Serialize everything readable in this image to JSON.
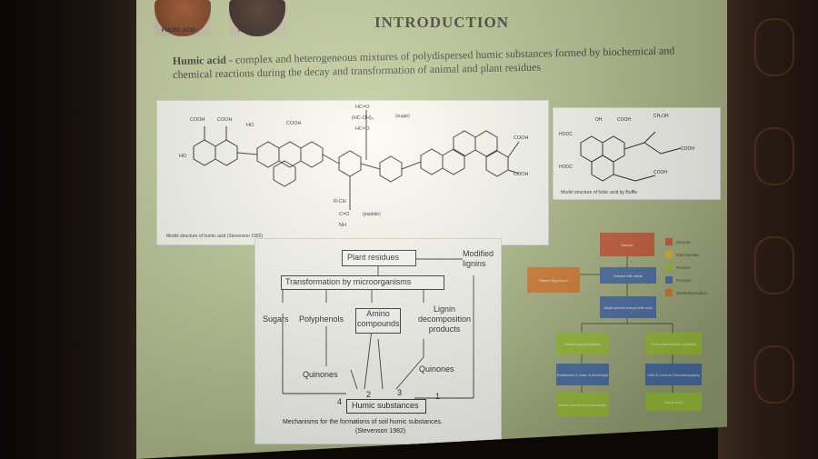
{
  "slide": {
    "title": "INTRODUCTION",
    "intro_term": "Humic acid",
    "intro_text": " - complex and heterogeneous mixtures of polydispersed humic substances formed by biochemical and chemical reactions during the decay and transformation of animal and plant residues"
  },
  "photos": {
    "fulvic_label": "FULVIC ACID",
    "humic_label": "HUMIC ACID"
  },
  "humic_structure": {
    "caption": "Model structure of humic acid (Stevenson 1982)",
    "sugar_label": "(sugar)",
    "peptide_label": "(peptide)"
  },
  "fulvic_structure": {
    "caption": "Model structure of fulvic acid by Buffle"
  },
  "mechanism": {
    "plant_residues": "Plant residues",
    "modified_lignins": "Modified lignins",
    "transformation": "Transformation by microorganisms",
    "sugars": "Sugars",
    "polyphenols": "Polyphenols",
    "amino_compounds": "Amino compounds",
    "lignin_products": "Lignin decomposition products",
    "quinones_left": "Quinones",
    "quinones_right": "Quinones",
    "humic_substances": "Humic substances",
    "path_1": "1",
    "path_2": "2",
    "path_3": "3",
    "path_4": "4",
    "caption": "Mechanisms for the formations of soil humic substances.",
    "source": "(Stevenson 1982)"
  },
  "flowchart": {
    "colors": {
      "sample": "#c65a3a",
      "intermediate": "#d4b83a",
      "product": "#9bbf3a",
      "process": "#4a6fa5",
      "waste": "#d47a30"
    },
    "legend": [
      "Sample",
      "Intermediate",
      "Product",
      "Process",
      "Waste/Byproduct"
    ],
    "boxes": {
      "sample": "Sample",
      "byproduct": "Waste/ Byproduct",
      "extract": "Extract with alkali",
      "soluble": "Alkali soluble extract with acid",
      "humic_precip": "Humic Acid (insoluble)",
      "fulvic_fraction": "Fulvic Acid fraction (soluble)",
      "redissolve": "Redissolve in base & electrolyte",
      "chromatography": "XAD-8 Column Chromatography",
      "brown_humic": "Brown Humic Acid (insoluble)",
      "fulvic_acid": "Fulvic Acid"
    }
  }
}
